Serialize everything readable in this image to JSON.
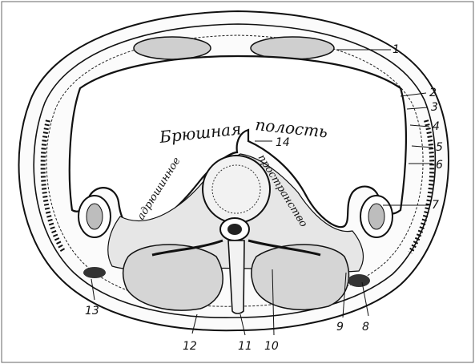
{
  "diagram": {
    "region_label_1": "Брюшная",
    "region_label_2": "полость",
    "space_label_left": "адрюшинное",
    "space_label_right": "пространство",
    "numbers": [
      "1",
      "2",
      "3",
      "4",
      "5",
      "6",
      "7",
      "8",
      "9",
      "10",
      "11",
      "12",
      "13",
      "14"
    ]
  },
  "colors": {
    "ink": "#111111",
    "paper": "#ffffff"
  }
}
